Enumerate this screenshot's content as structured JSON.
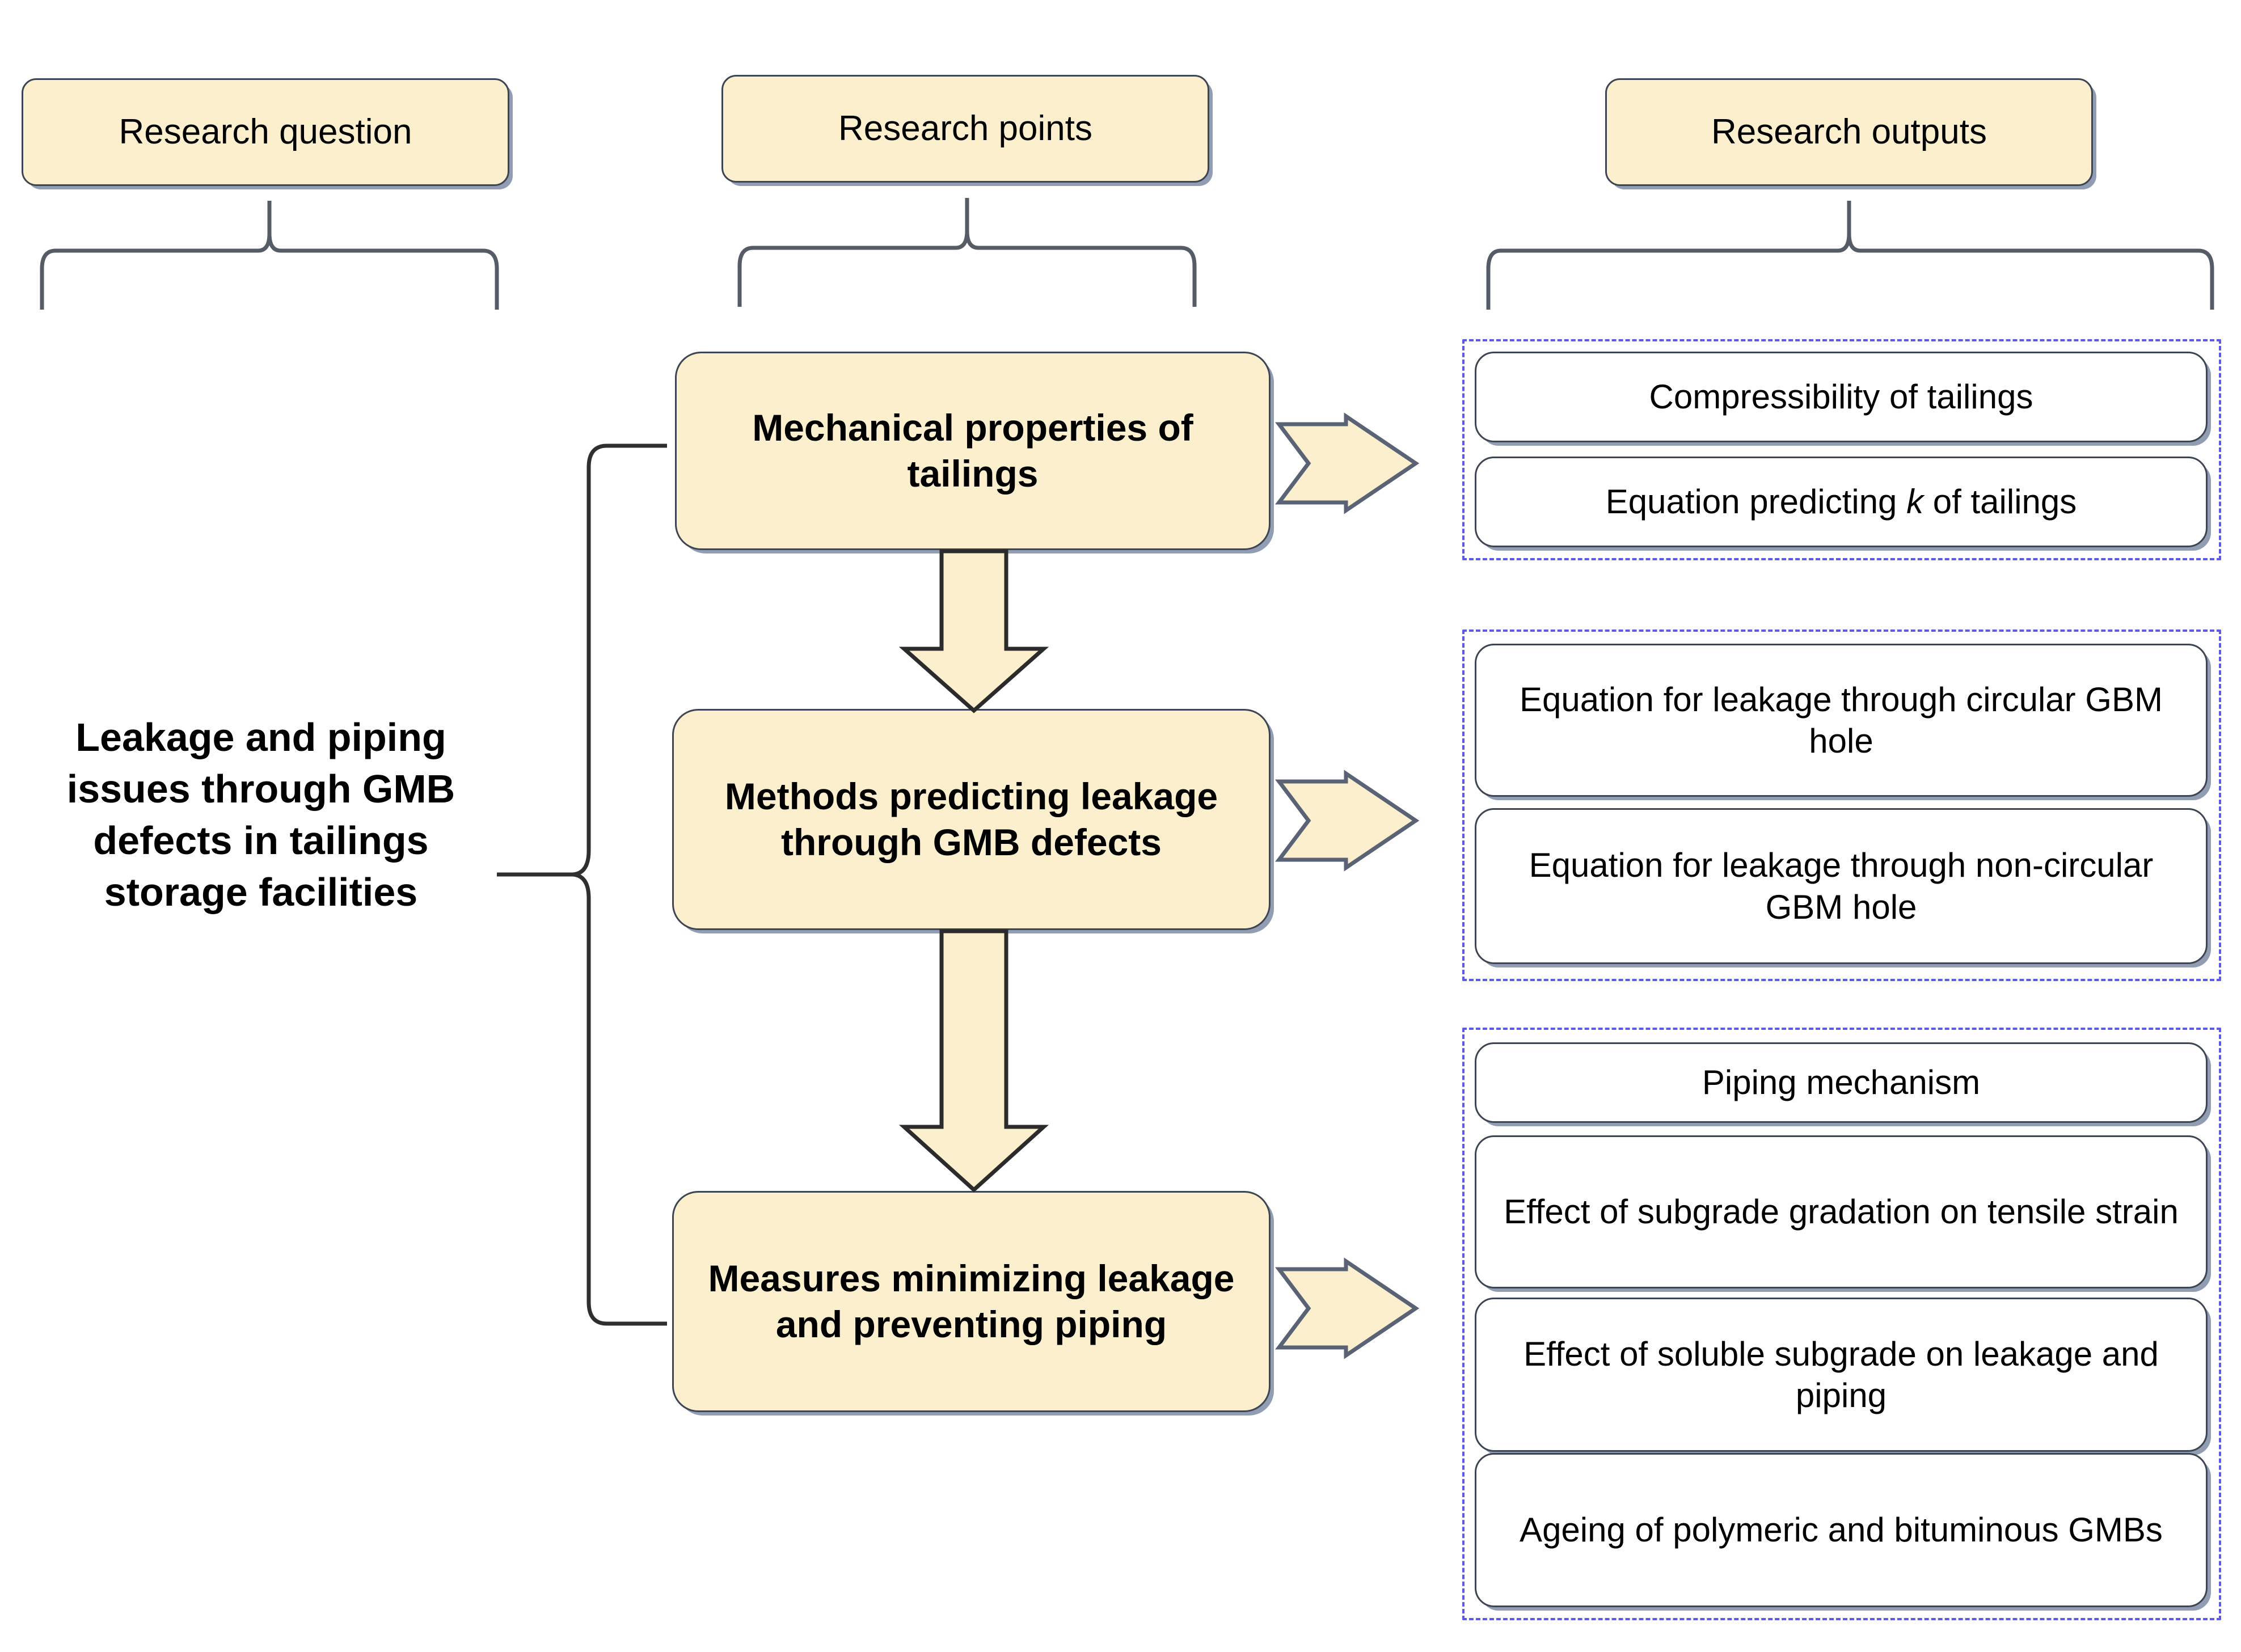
{
  "diagram": {
    "title_columns": [
      {
        "label": "Research question"
      },
      {
        "label": "Research points"
      },
      {
        "label": "Research outputs"
      }
    ],
    "research_question": {
      "text": "Leakage and piping issues through GMB defects in tailings storage facilities"
    },
    "research_points": [
      {
        "id": "p1",
        "label": "Mechanical properties of tailings"
      },
      {
        "id": "p2",
        "label": "Methods predicting leakage through GMB defects"
      },
      {
        "id": "p3",
        "label": "Measures minimizing leakage and preventing piping"
      }
    ],
    "research_outputs": [
      {
        "group_id": "g1",
        "items": [
          {
            "label": "Compressibility of tailings"
          },
          {
            "label_pre": "Equation predicting ",
            "label_italic": "k",
            "label_post": " of tailings"
          }
        ]
      },
      {
        "group_id": "g2",
        "items": [
          {
            "label": "Equation for leakage through circular GBM hole"
          },
          {
            "label": "Equation for leakage through non-circular GBM hole"
          }
        ]
      },
      {
        "group_id": "g3",
        "items": [
          {
            "label": "Piping mechanism"
          },
          {
            "label": "Effect of subgrade gradation on tensile strain"
          },
          {
            "label": "Effect of soluble subgrade on leakage and piping"
          },
          {
            "label": "Ageing of polymeric and bituminous GMBs"
          }
        ]
      }
    ],
    "connectors": {
      "brace_down_icons": [
        "brace-down-icon",
        "brace-down-icon",
        "brace-down-icon"
      ],
      "brace_left_icon": "brace-left-icon",
      "flow_arrow_icons": [
        "arrow-down-icon",
        "arrow-down-icon"
      ],
      "output_arrow_icons": [
        "arrow-right-icon",
        "arrow-right-icon",
        "arrow-right-icon"
      ]
    },
    "colors": {
      "card_fill": "#FBEFCE",
      "card_border": "#3d4453",
      "card_shadow": "#7e8ca6",
      "group_dashed_border": "#5b5be8",
      "background": "#ffffff",
      "text": "#000000"
    }
  }
}
